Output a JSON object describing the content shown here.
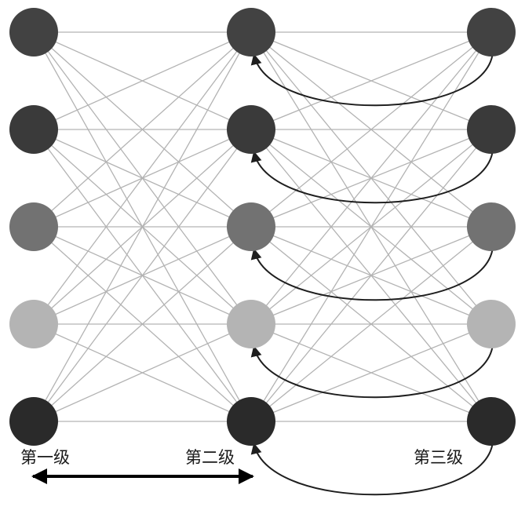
{
  "diagram": {
    "stages": [
      {
        "label": "第一级"
      },
      {
        "label": "第二级"
      },
      {
        "label": "第三级"
      }
    ],
    "node_colors": [
      "#424242",
      "#3a3a3a",
      "#727272",
      "#b4b4b4",
      "#2a2a2a"
    ],
    "edge_color": "#b3b3b3",
    "feedback_color": "#1e1e1e",
    "range_arrow": {
      "from": "第一级",
      "to": "第二级",
      "direction": "both"
    }
  }
}
